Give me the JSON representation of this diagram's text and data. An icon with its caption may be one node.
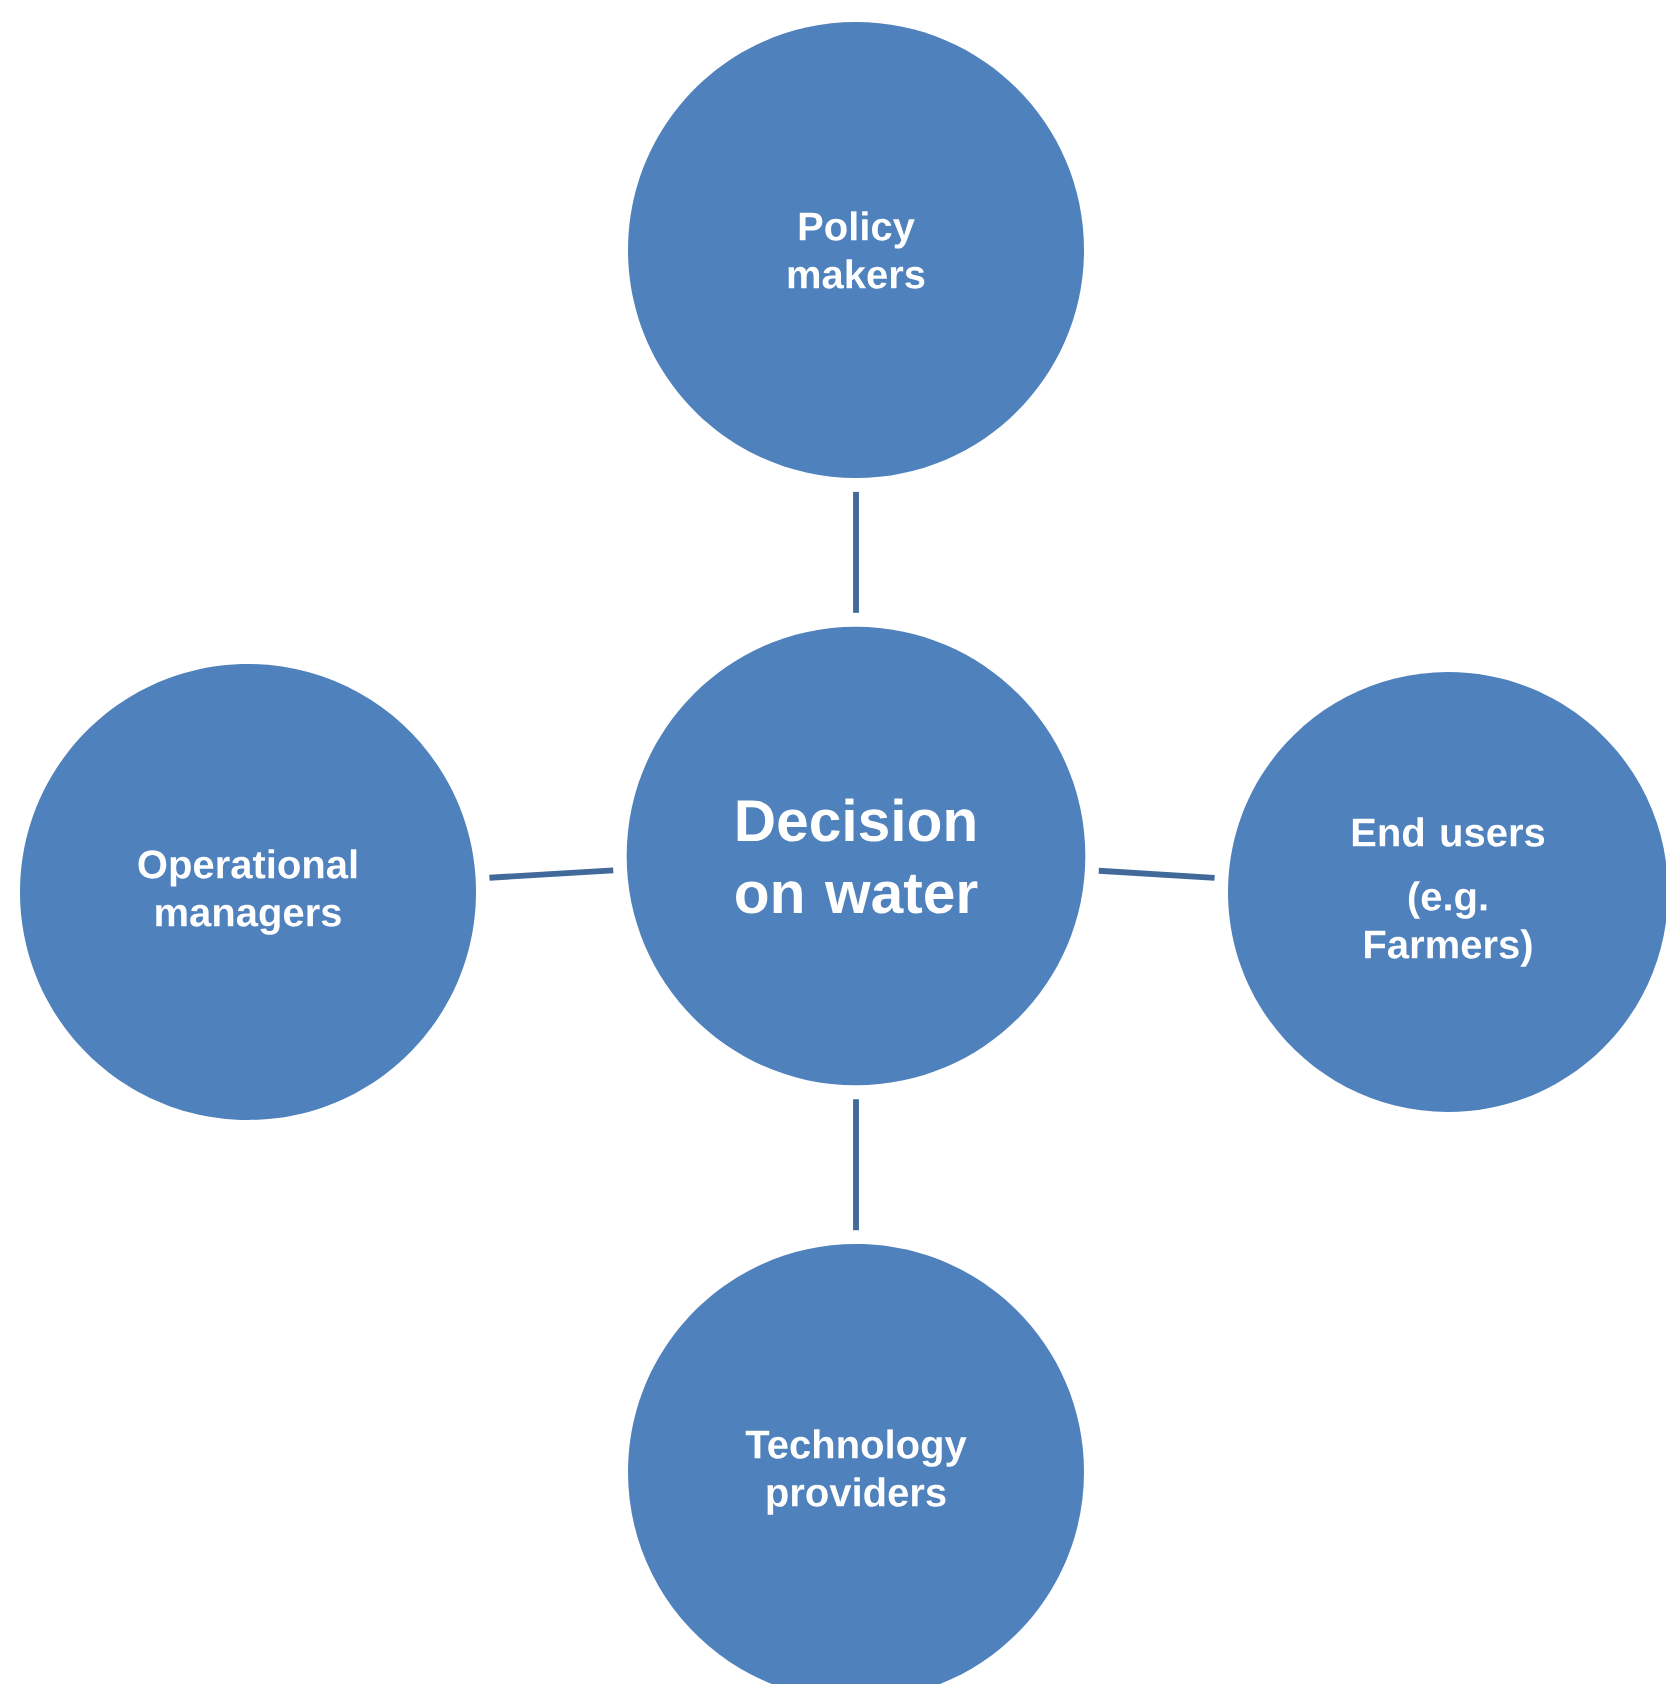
{
  "diagram": {
    "nodes": [
      {
        "text": [
          "Policy makers"
        ]
      },
      {
        "text": [
          "Operational managers"
        ]
      },
      {
        "text": [
          "Decision on water"
        ]
      },
      {
        "text": [
          "End users",
          "(e.g. Farmers)"
        ]
      },
      {
        "text": [
          "Technology providers"
        ]
      }
    ],
    "edges": [
      {
        "from": 0,
        "to": 2,
        "arrow": "none"
      },
      {
        "from": 1,
        "to": 2,
        "arrow": "none"
      },
      {
        "from": 2,
        "to": 3,
        "arrow": "none"
      },
      {
        "from": 2,
        "to": 4,
        "arrow": "none"
      }
    ]
  }
}
